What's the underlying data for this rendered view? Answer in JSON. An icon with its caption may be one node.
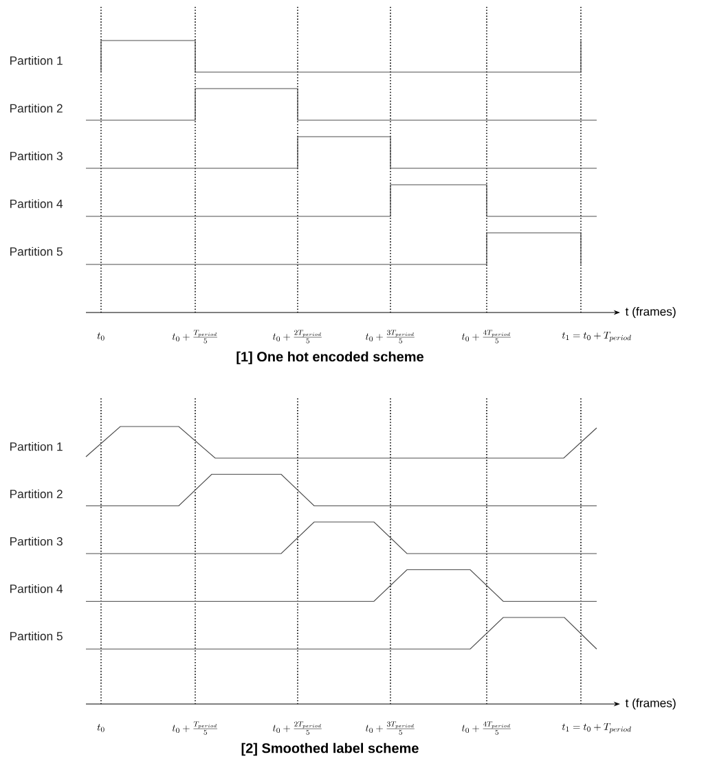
{
  "diagram": {
    "labels": [
      "Partition 1",
      "Partition 2",
      "Partition 3",
      "Partition 4",
      "Partition 5",
      "t (frames)",
      "t_0",
      "t_0+\\frac{T_{period}}{5}",
      "t_0+\\frac{2T_{period}}{5}",
      "t_0+\\frac{3T_{period}}{5}",
      "t_0+\\frac{4T_{period}}{5}",
      "t_1=t_0+T_{period}",
      "[1] One hot encoded scheme",
      "Partition 1",
      "Partition 2",
      "Partition 3",
      "Partition 4",
      "Partition 5",
      "t (frames)",
      "t_0",
      "t_0+\\frac{T_{period}}{5}",
      "t_0+\\frac{2T_{period}}{5}",
      "t_0+\\frac{3T_{period}}{5}",
      "t_0+\\frac{4T_{period}}{5}",
      "t_1=t_0+T_{period}",
      "[2] Smoothed label scheme"
    ]
  }
}
